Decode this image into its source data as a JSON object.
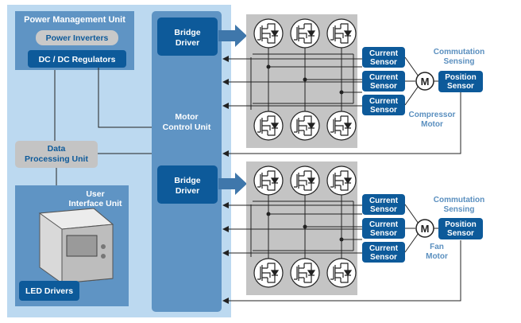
{
  "pmu": {
    "title": "Power Management Unit",
    "inverters": "Power Inverters",
    "dcdc": "DC / DC Regulators"
  },
  "dpu": {
    "line1": "Data",
    "line2": "Processing Unit"
  },
  "ui": {
    "line1": "User",
    "line2": "Interface Unit",
    "led": "LED Drivers"
  },
  "bridge": {
    "line1": "Bridge",
    "line2": "Driver"
  },
  "mcu": {
    "line1": "Motor",
    "line2": "Control Unit"
  },
  "sensor": {
    "line1": "Current",
    "line2": "Sensor"
  },
  "position": {
    "line1": "Position",
    "line2": "Sensor"
  },
  "comm": {
    "line1": "Commutation",
    "line2": "Sensing"
  },
  "motor_symbol": "M",
  "compressor": {
    "line1": "Compressor",
    "line2": "Motor"
  },
  "fan": {
    "line1": "Fan",
    "line2": "Motor"
  },
  "colors": {
    "light_panel": "#bcd9f0",
    "section": "#5f94c4",
    "dark_box": "#0d5a9a",
    "grey": "#c4c4c4",
    "label_blue": "#5a8fbf"
  }
}
